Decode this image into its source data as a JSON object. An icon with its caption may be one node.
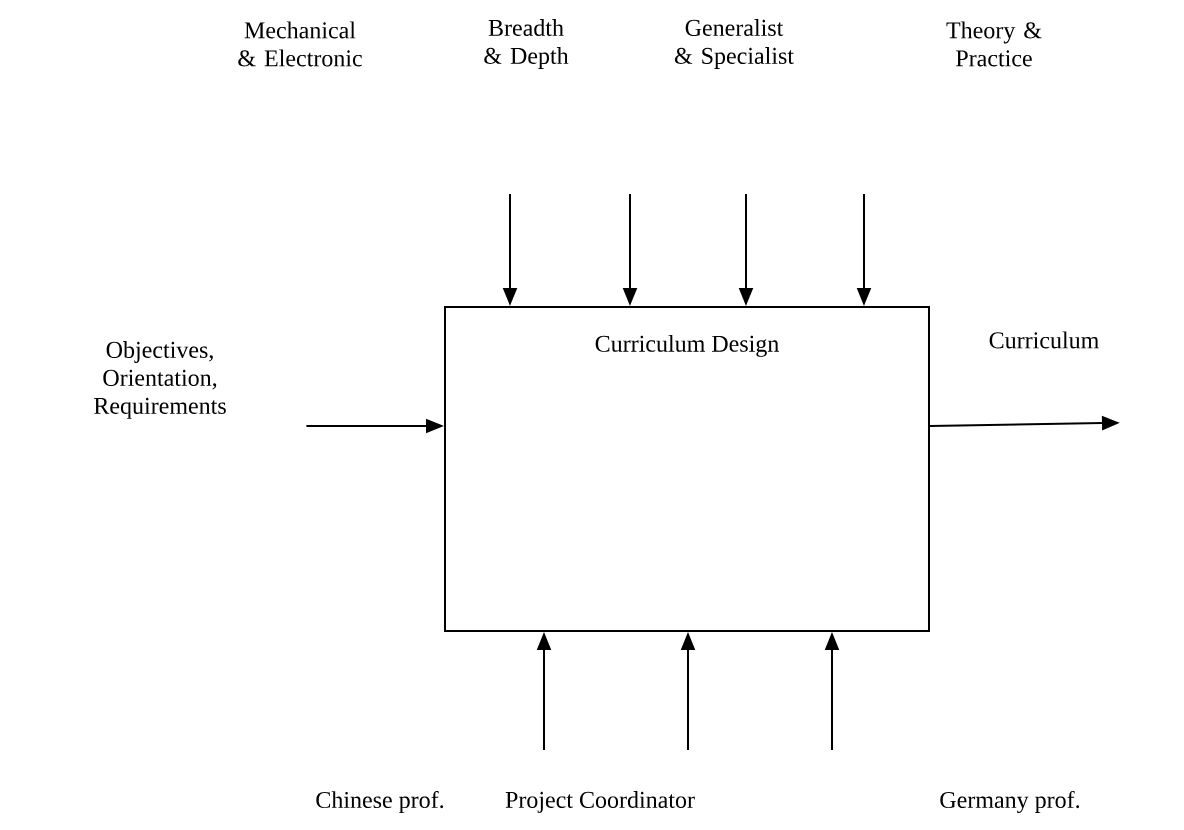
{
  "diagram": {
    "nodes": [
      {
        "text": [
          "Curriculum Design"
        ]
      },
      {
        "text": [
          "Objectives, Orientation, Requirements"
        ]
      },
      {
        "text": [
          "Curriculum"
        ]
      }
    ],
    "edges": [
      {
        "from": null,
        "to": 0,
        "arrow": "to"
      },
      {
        "from": null,
        "to": 0,
        "arrow": "to"
      },
      {
        "from": null,
        "to": 0,
        "arrow": "to"
      },
      {
        "from": null,
        "to": 0,
        "arrow": "to"
      },
      {
        "from": 1,
        "to": 0,
        "arrow": "to"
      },
      {
        "from": 0,
        "to": 2,
        "arrow": "to"
      },
      {
        "from": null,
        "to": 0,
        "arrow": "to"
      },
      {
        "from": null,
        "to": 0,
        "arrow": "to"
      },
      {
        "from": null,
        "to": 0,
        "arrow": "to"
      }
    ],
    "labels": [
      "Mechanical & Electronic",
      "Breadth & Depth",
      "Generalist & Specialist",
      "Theory & Practice",
      "Chinese prof.",
      "Project Coordinator",
      "Germany prof."
    ]
  }
}
